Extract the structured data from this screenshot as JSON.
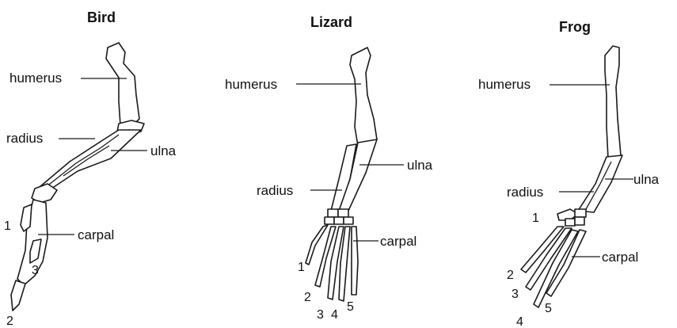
{
  "diagrams": [
    {
      "title": "Bird",
      "labels": {
        "humerus": "humerus",
        "radius": "radius",
        "ulna": "ulna",
        "carpal": "carpal"
      },
      "digits": [
        "1",
        "3",
        "2"
      ]
    },
    {
      "title": "Lizard",
      "labels": {
        "humerus": "humerus",
        "ulna": "ulna",
        "radius": "radius",
        "carpal": "carpal"
      },
      "digits": [
        "1",
        "2",
        "3",
        "4",
        "5"
      ]
    },
    {
      "title": "Frog",
      "labels": {
        "humerus": "humerus",
        "ulna": "ulna",
        "radius": "radius",
        "carpal": "carpal"
      },
      "digits": [
        "1",
        "2",
        "3",
        "4",
        "5"
      ]
    }
  ]
}
